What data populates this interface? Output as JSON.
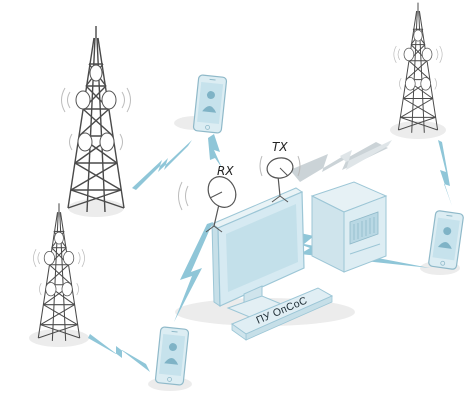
{
  "labels": {
    "rx": "RX",
    "tx": "TX",
    "keyboard": "ПУ ОпСоС"
  },
  "icons": [
    "cell-tower-icon",
    "smartphone-icon",
    "satellite-dish-icon",
    "computer-monitor-icon",
    "server-unit-icon",
    "keyboard-icon",
    "lightning-bolt-icon",
    "person-silhouette-icon"
  ],
  "colors": {
    "device_fill": "#d4eaf2",
    "device_stroke": "#9cc6d6",
    "bolt_blue": "#8fc6d8",
    "bolt_gray": "#c9d2d6",
    "tower_stroke": "#4a4a4a",
    "shadow": "#ececec"
  }
}
